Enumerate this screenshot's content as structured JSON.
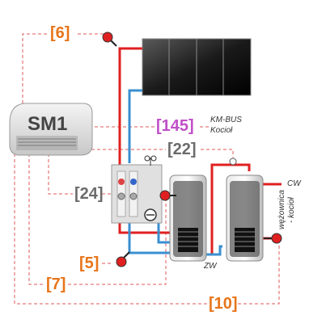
{
  "controller": {
    "label": "SM1"
  },
  "labels": {
    "l6": "[6]",
    "l145": "[145]",
    "l22": "[22]",
    "l24": "[24]",
    "l5": "[5]",
    "l7": "[7]",
    "l10": "[10]"
  },
  "annotations": {
    "kmbus": "KM-BUS",
    "kociol": "Kocioł",
    "cw": "CW",
    "zw": "ZW",
    "wezownica": "wężownica",
    "kociol2": "- kocioł"
  },
  "colors": {
    "hot_pipe": "#e02020",
    "cold_pipe": "#3a8fd0",
    "dashed_line": "#e05a5a",
    "orange_label": "#e8751a",
    "magenta_label": "#c050c8"
  }
}
